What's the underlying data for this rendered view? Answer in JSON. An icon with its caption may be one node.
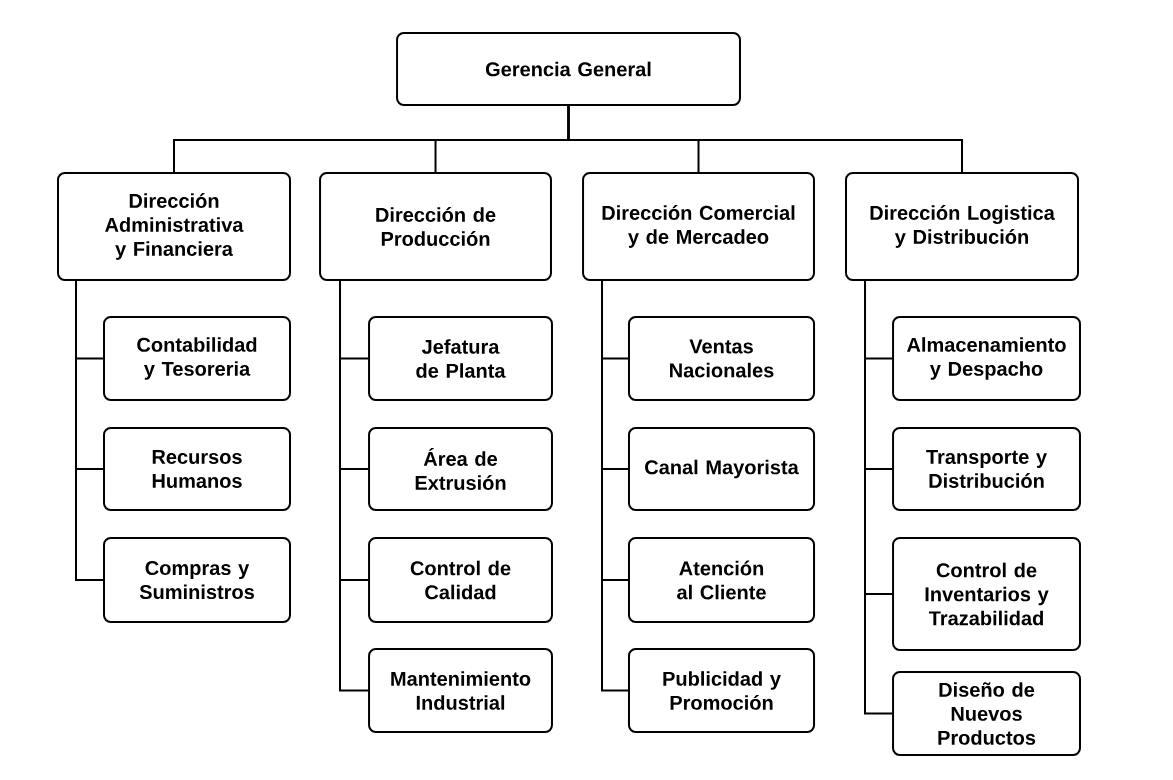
{
  "diagram": {
    "nodes": [
      {
        "text": [
          "Gerencia General"
        ]
      },
      {
        "text": [
          "Dirección Administrativa y Financiera"
        ]
      },
      {
        "text": [
          "Contabilidad y Tesoreria"
        ]
      },
      {
        "text": [
          "Recursos Humanos"
        ]
      },
      {
        "text": [
          "Compras y Suministros"
        ]
      },
      {
        "text": [
          "Dirección de Producción"
        ]
      },
      {
        "text": [
          "Jefatura de Planta"
        ]
      },
      {
        "text": [
          "Área de Extrusión"
        ]
      },
      {
        "text": [
          "Control de Calidad"
        ]
      },
      {
        "text": [
          "Mantenimiento Industrial"
        ]
      },
      {
        "text": [
          "Dirección Comercial y de Mercadeo"
        ]
      },
      {
        "text": [
          "Ventas Nacionales"
        ]
      },
      {
        "text": [
          "Canal Mayorista"
        ]
      },
      {
        "text": [
          "Atención al Cliente"
        ]
      },
      {
        "text": [
          "Publicidad y Promoción"
        ]
      },
      {
        "text": [
          "Dirección Logistica y Distribución"
        ]
      },
      {
        "text": [
          "Almacenamiento y Despacho"
        ]
      },
      {
        "text": [
          "Transporte y Distribución"
        ]
      },
      {
        "text": [
          "Control de Inventarios y Trazabilidad"
        ]
      },
      {
        "text": [
          "Diseño de Nuevos Productos"
        ]
      }
    ],
    "edges": [
      {
        "from": 0,
        "to": 1,
        "arrow": "none"
      },
      {
        "from": 0,
        "to": 5,
        "arrow": "none"
      },
      {
        "from": 0,
        "to": 10,
        "arrow": "none"
      },
      {
        "from": 0,
        "to": 15,
        "arrow": "none"
      },
      {
        "from": 1,
        "to": 2,
        "arrow": "none"
      },
      {
        "from": 1,
        "to": 3,
        "arrow": "none"
      },
      {
        "from": 1,
        "to": 4,
        "arrow": "none"
      },
      {
        "from": 5,
        "to": 6,
        "arrow": "none"
      },
      {
        "from": 5,
        "to": 7,
        "arrow": "none"
      },
      {
        "from": 5,
        "to": 8,
        "arrow": "none"
      },
      {
        "from": 5,
        "to": 9,
        "arrow": "none"
      },
      {
        "from": 10,
        "to": 11,
        "arrow": "none"
      },
      {
        "from": 10,
        "to": 12,
        "arrow": "none"
      },
      {
        "from": 10,
        "to": 13,
        "arrow": "none"
      },
      {
        "from": 10,
        "to": 14,
        "arrow": "none"
      },
      {
        "from": 15,
        "to": 16,
        "arrow": "none"
      },
      {
        "from": 15,
        "to": 17,
        "arrow": "none"
      },
      {
        "from": 15,
        "to": 18,
        "arrow": "none"
      },
      {
        "from": 15,
        "to": 19,
        "arrow": "none"
      }
    ]
  }
}
